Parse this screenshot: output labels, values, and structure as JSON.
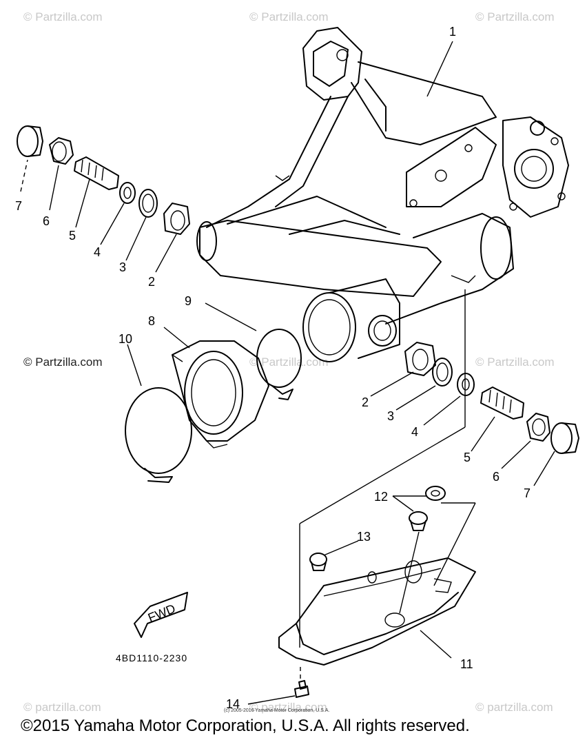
{
  "watermarks": {
    "text": "© Partzilla.com",
    "lower_text": "© partzilla.com"
  },
  "callouts": {
    "c1": "1",
    "c2a": "2",
    "c3a": "3",
    "c4a": "4",
    "c5a": "5",
    "c6a": "6",
    "c7a": "7",
    "c2b": "2",
    "c3b": "3",
    "c4b": "4",
    "c5b": "5",
    "c6b": "6",
    "c7b": "7",
    "c8": "8",
    "c9": "9",
    "c10": "10",
    "c11": "11",
    "c12": "12",
    "c13": "13",
    "c14": "14"
  },
  "fwd_label": "FWD",
  "diagram_code": "4BD1110-2230",
  "inline_copyright": "(c) 2005-2016 Yamaha Motor Corporation, U.S.A.",
  "copyright": "©2015 Yamaha Motor Corporation, U.S.A. All rights reserved."
}
